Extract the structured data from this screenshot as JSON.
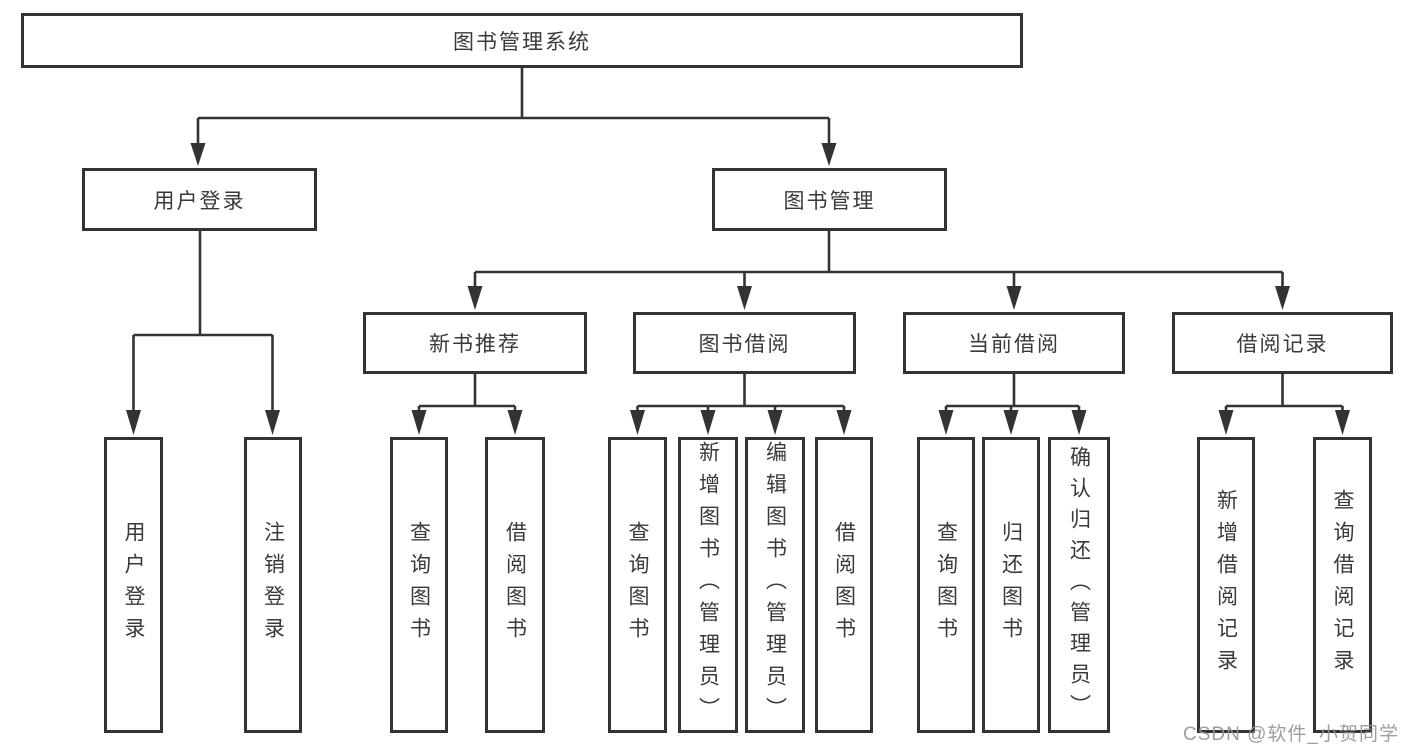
{
  "nodes": {
    "root": "图书管理系统",
    "branches": [
      {
        "label": "用户登录",
        "children": [
          "用户登录",
          "注销登录"
        ]
      },
      {
        "label": "图书管理",
        "groups": [
          {
            "label": "新书推荐",
            "children": [
              "查询图书",
              "借阅图书"
            ]
          },
          {
            "label": "图书借阅",
            "children": [
              "查询图书",
              "新增图书（管理员）",
              "编辑图书（管理员）",
              "借阅图书"
            ]
          },
          {
            "label": "当前借阅",
            "children": [
              "查询图书",
              "归还图书",
              "确认归还（管理员）"
            ]
          },
          {
            "label": "借阅记录",
            "children": [
              "新增借阅记录",
              "查询借阅记录"
            ]
          }
        ]
      }
    ]
  },
  "watermark": "CSDN @软件_小贺同学",
  "colors": {
    "line": "#333333",
    "text": "#3a3a3a",
    "box_background": "#ffffff",
    "watermark": "#969696",
    "page_background": "#ffffff"
  }
}
